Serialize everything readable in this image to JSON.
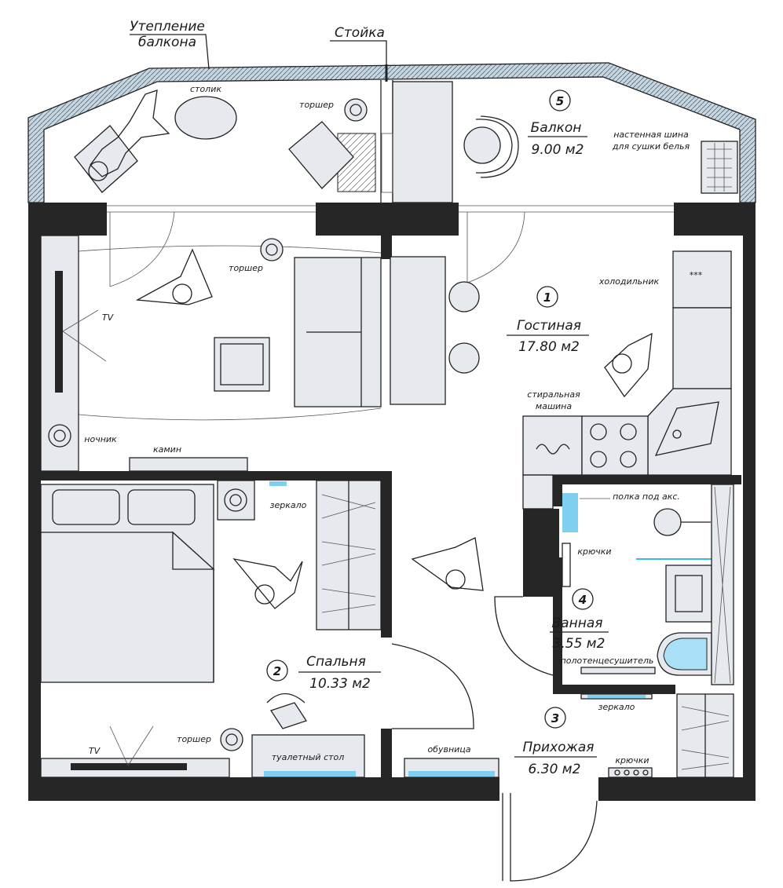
{
  "rooms": [
    {
      "number": "1",
      "name": "Гостиная",
      "area": "17.80 м2"
    },
    {
      "number": "2",
      "name": "Спальня",
      "area": "10.33 м2"
    },
    {
      "number": "3",
      "name": "Прихожая",
      "area": "6.30 м2"
    },
    {
      "number": "4",
      "name": "Ванная",
      "area": "3.55 м2"
    },
    {
      "number": "5",
      "name": "Балкон",
      "area": "9.00 м2"
    }
  ],
  "callouts": {
    "insulation_line1": "Утепление",
    "insulation_line2": "балкона",
    "post": "Стойка"
  },
  "labels": {
    "table": "столик",
    "floor_lamp_balcony": "торшер",
    "drying_rail_line1": "настенная шина",
    "drying_rail_line2": "для сушки белья",
    "floor_lamp_living": "торшер",
    "tv_living": "TV",
    "fridge": "холодильник",
    "fridge_marks": "***",
    "washer_line1": "стиральная",
    "washer_line2": "машина",
    "night_lamp": "ночник",
    "fireplace": "камин",
    "mirror_bedroom": "зеркало",
    "accessory_shelf": "полка под акс.",
    "hooks_bath": "крючки",
    "towel_dryer": "полотенцесушитель",
    "mirror_hall": "зеркало",
    "floor_lamp_bedroom": "торшер",
    "tv_bedroom": "TV",
    "vanity": "туалетный стол",
    "shoe_rack": "обувница",
    "hooks_hall": "крючки"
  },
  "colors": {
    "wall": "#262626",
    "furniture": "#e6e9ee",
    "glass": "#7fd0f0",
    "insulation": "#9cb4c4"
  }
}
